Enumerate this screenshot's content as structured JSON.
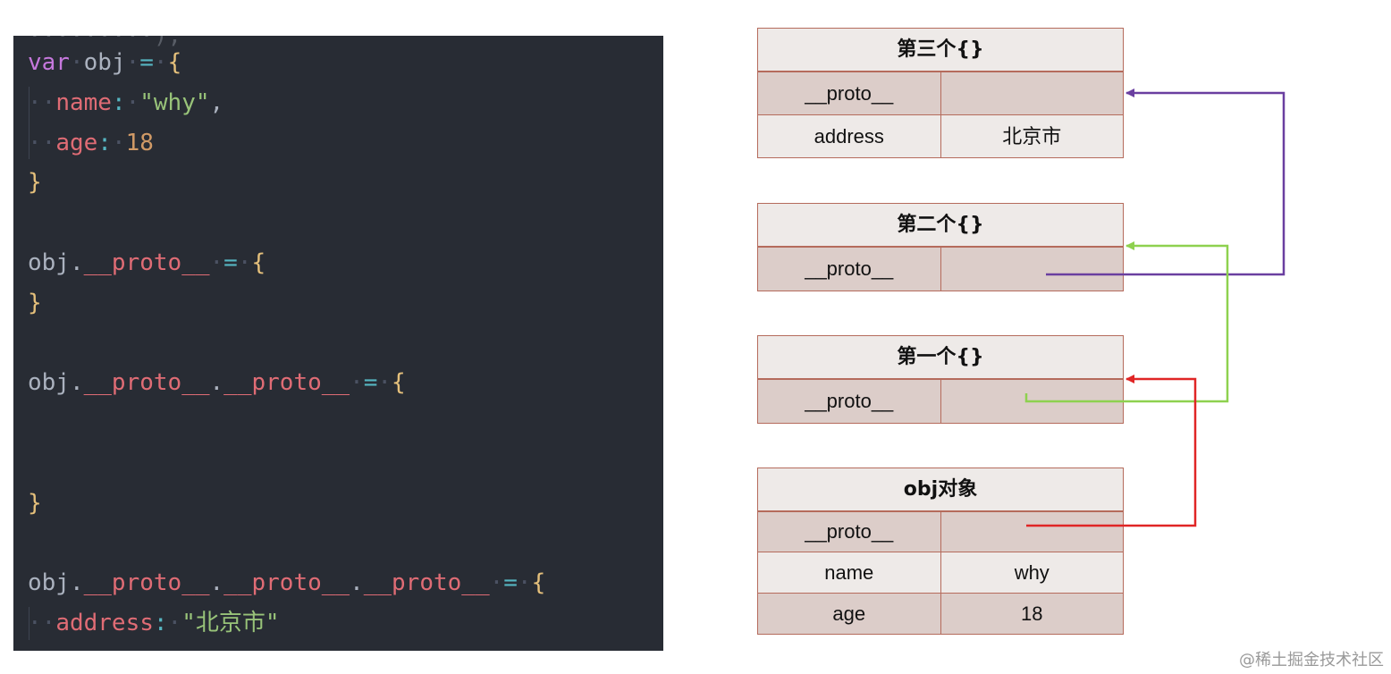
{
  "code": {
    "clipped_top": "·········),",
    "lines": [
      [
        [
          "kw",
          "var"
        ],
        [
          "dim",
          "·"
        ],
        [
          "var",
          "obj"
        ],
        [
          "dim",
          "·"
        ],
        [
          "op",
          "="
        ],
        [
          "dim",
          "·"
        ],
        [
          "brace",
          "{"
        ]
      ],
      [
        [
          "dim",
          "··"
        ],
        [
          "prop",
          "name"
        ],
        [
          "op",
          ":"
        ],
        [
          "dim",
          "·"
        ],
        [
          "str",
          "\"why\""
        ],
        [
          "var",
          ","
        ]
      ],
      [
        [
          "dim",
          "··"
        ],
        [
          "prop",
          "age"
        ],
        [
          "op",
          ":"
        ],
        [
          "dim",
          "·"
        ],
        [
          "num",
          "18"
        ]
      ],
      [
        [
          "brace",
          "}"
        ]
      ],
      [],
      [
        [
          "var",
          "obj"
        ],
        [
          "dot",
          "."
        ],
        [
          "prop",
          "__proto__"
        ],
        [
          "dim",
          "·"
        ],
        [
          "op",
          "="
        ],
        [
          "dim",
          "·"
        ],
        [
          "brace",
          "{"
        ]
      ],
      [
        [
          "brace",
          "}"
        ]
      ],
      [],
      [
        [
          "var",
          "obj"
        ],
        [
          "dot",
          "."
        ],
        [
          "prop",
          "__proto__"
        ],
        [
          "dot",
          "."
        ],
        [
          "prop",
          "__proto__"
        ],
        [
          "dim",
          "·"
        ],
        [
          "op",
          "="
        ],
        [
          "dim",
          "·"
        ],
        [
          "brace",
          "{"
        ]
      ],
      [],
      [],
      [
        [
          "brace",
          "}"
        ]
      ],
      [],
      [
        [
          "var",
          "obj"
        ],
        [
          "dot",
          "."
        ],
        [
          "prop",
          "__proto__"
        ],
        [
          "dot",
          "."
        ],
        [
          "prop",
          "__proto__"
        ],
        [
          "dot",
          "."
        ],
        [
          "prop",
          "__proto__"
        ],
        [
          "dim",
          "·"
        ],
        [
          "op",
          "="
        ],
        [
          "dim",
          "·"
        ],
        [
          "brace",
          "{"
        ]
      ],
      [
        [
          "dim",
          "··"
        ],
        [
          "prop",
          "address"
        ],
        [
          "op",
          ":"
        ],
        [
          "dim",
          "·"
        ],
        [
          "str",
          "\"北京市\""
        ]
      ],
      [
        [
          "brace",
          "}"
        ]
      ]
    ]
  },
  "objects": {
    "third": {
      "title": "第三个{}",
      "rows": [
        [
          "__proto__",
          ""
        ],
        [
          "address",
          "北京市"
        ]
      ]
    },
    "second": {
      "title": "第二个{}",
      "rows": [
        [
          "__proto__",
          ""
        ]
      ]
    },
    "first": {
      "title": "第一个{}",
      "rows": [
        [
          "__proto__",
          ""
        ]
      ]
    },
    "obj": {
      "title": "obj对象",
      "rows": [
        [
          "__proto__",
          ""
        ],
        [
          "name",
          "why"
        ],
        [
          "age",
          "18"
        ]
      ]
    }
  },
  "arrow_colors": {
    "second_to_third": "#6a3fa0",
    "first_to_second": "#8ed14f",
    "obj_to_first": "#e02525"
  },
  "watermark": "@稀土掘金技术社区"
}
